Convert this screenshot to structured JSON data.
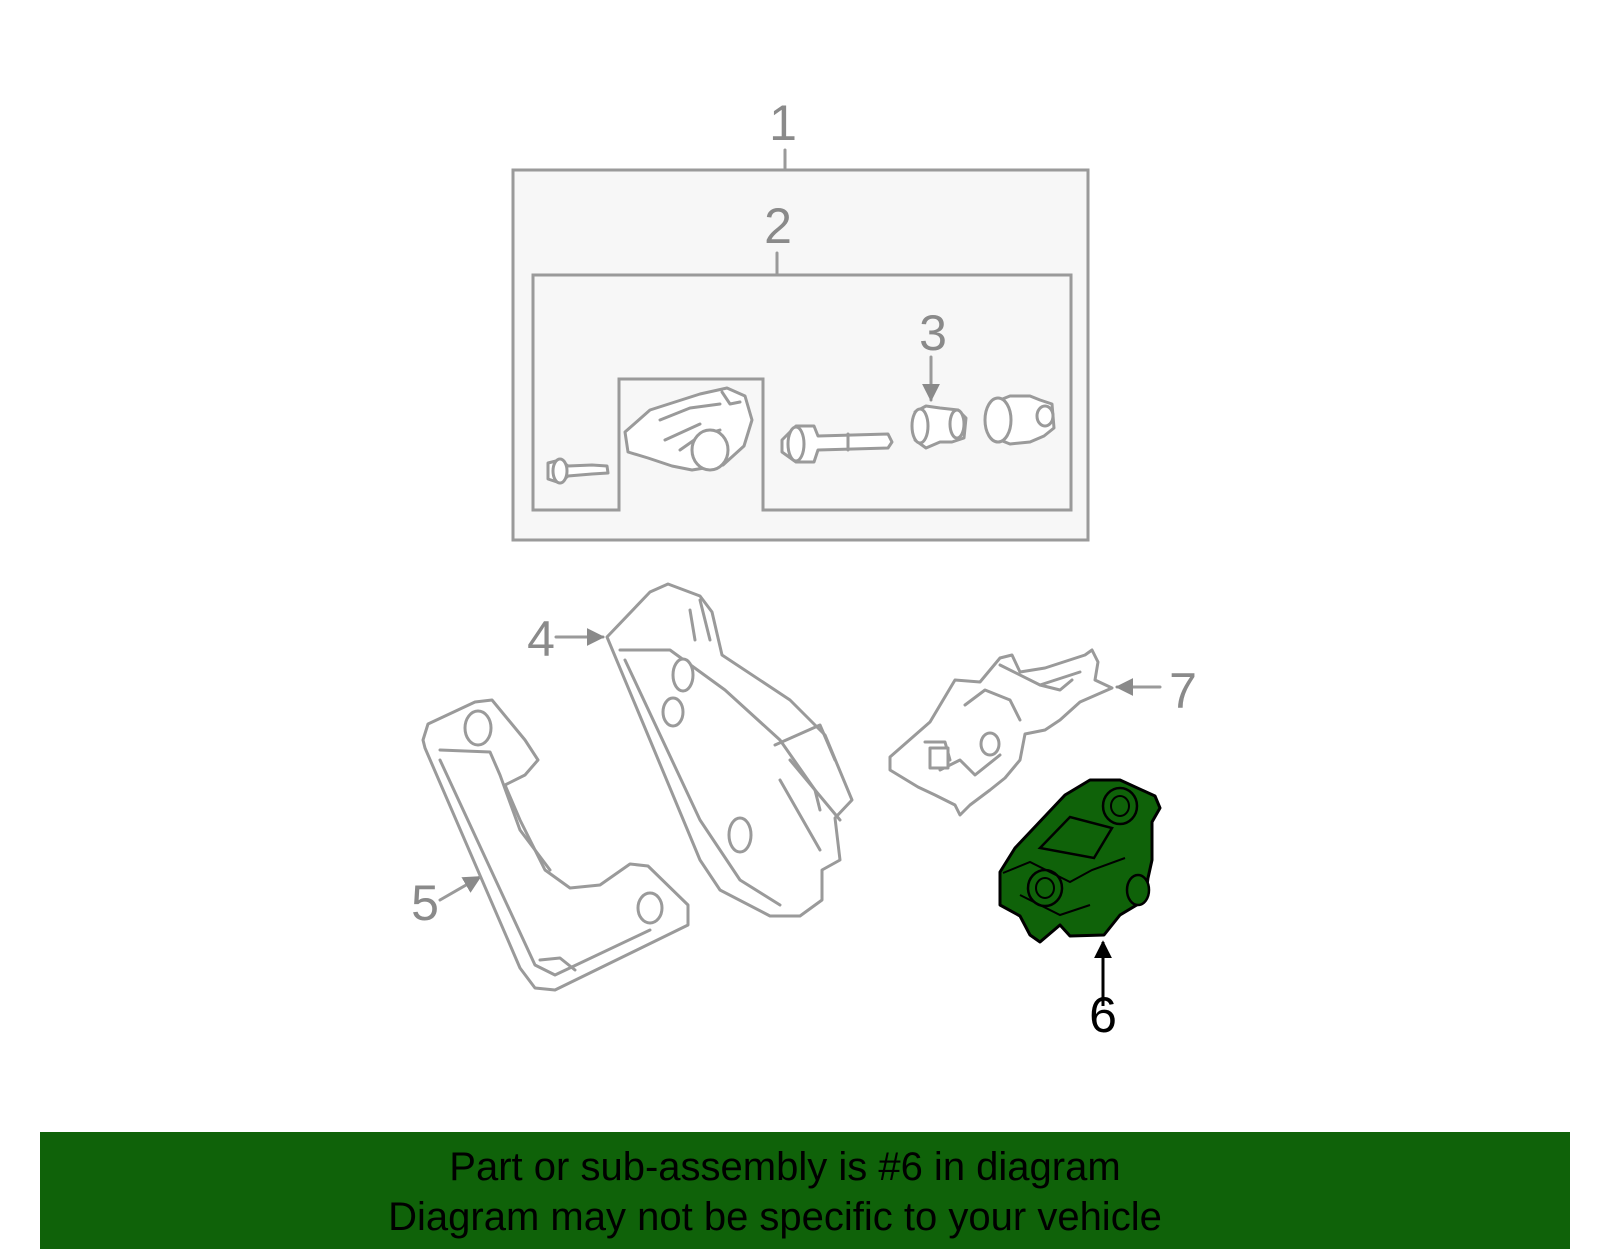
{
  "callouts": {
    "c1": "1",
    "c2": "2",
    "c3": "3",
    "c4": "4",
    "c5": "5",
    "c6": "6",
    "c7": "7"
  },
  "highlight_part": "6",
  "colors": {
    "highlight_fill": "#0f6209",
    "banner_bg": "#0f6209",
    "ghost_stroke": "#9a9a9a",
    "active_text": "#000000"
  },
  "banner": {
    "line1": "Part or sub-assembly is #6 in diagram",
    "line2": "Diagram may not be specific to your vehicle"
  }
}
